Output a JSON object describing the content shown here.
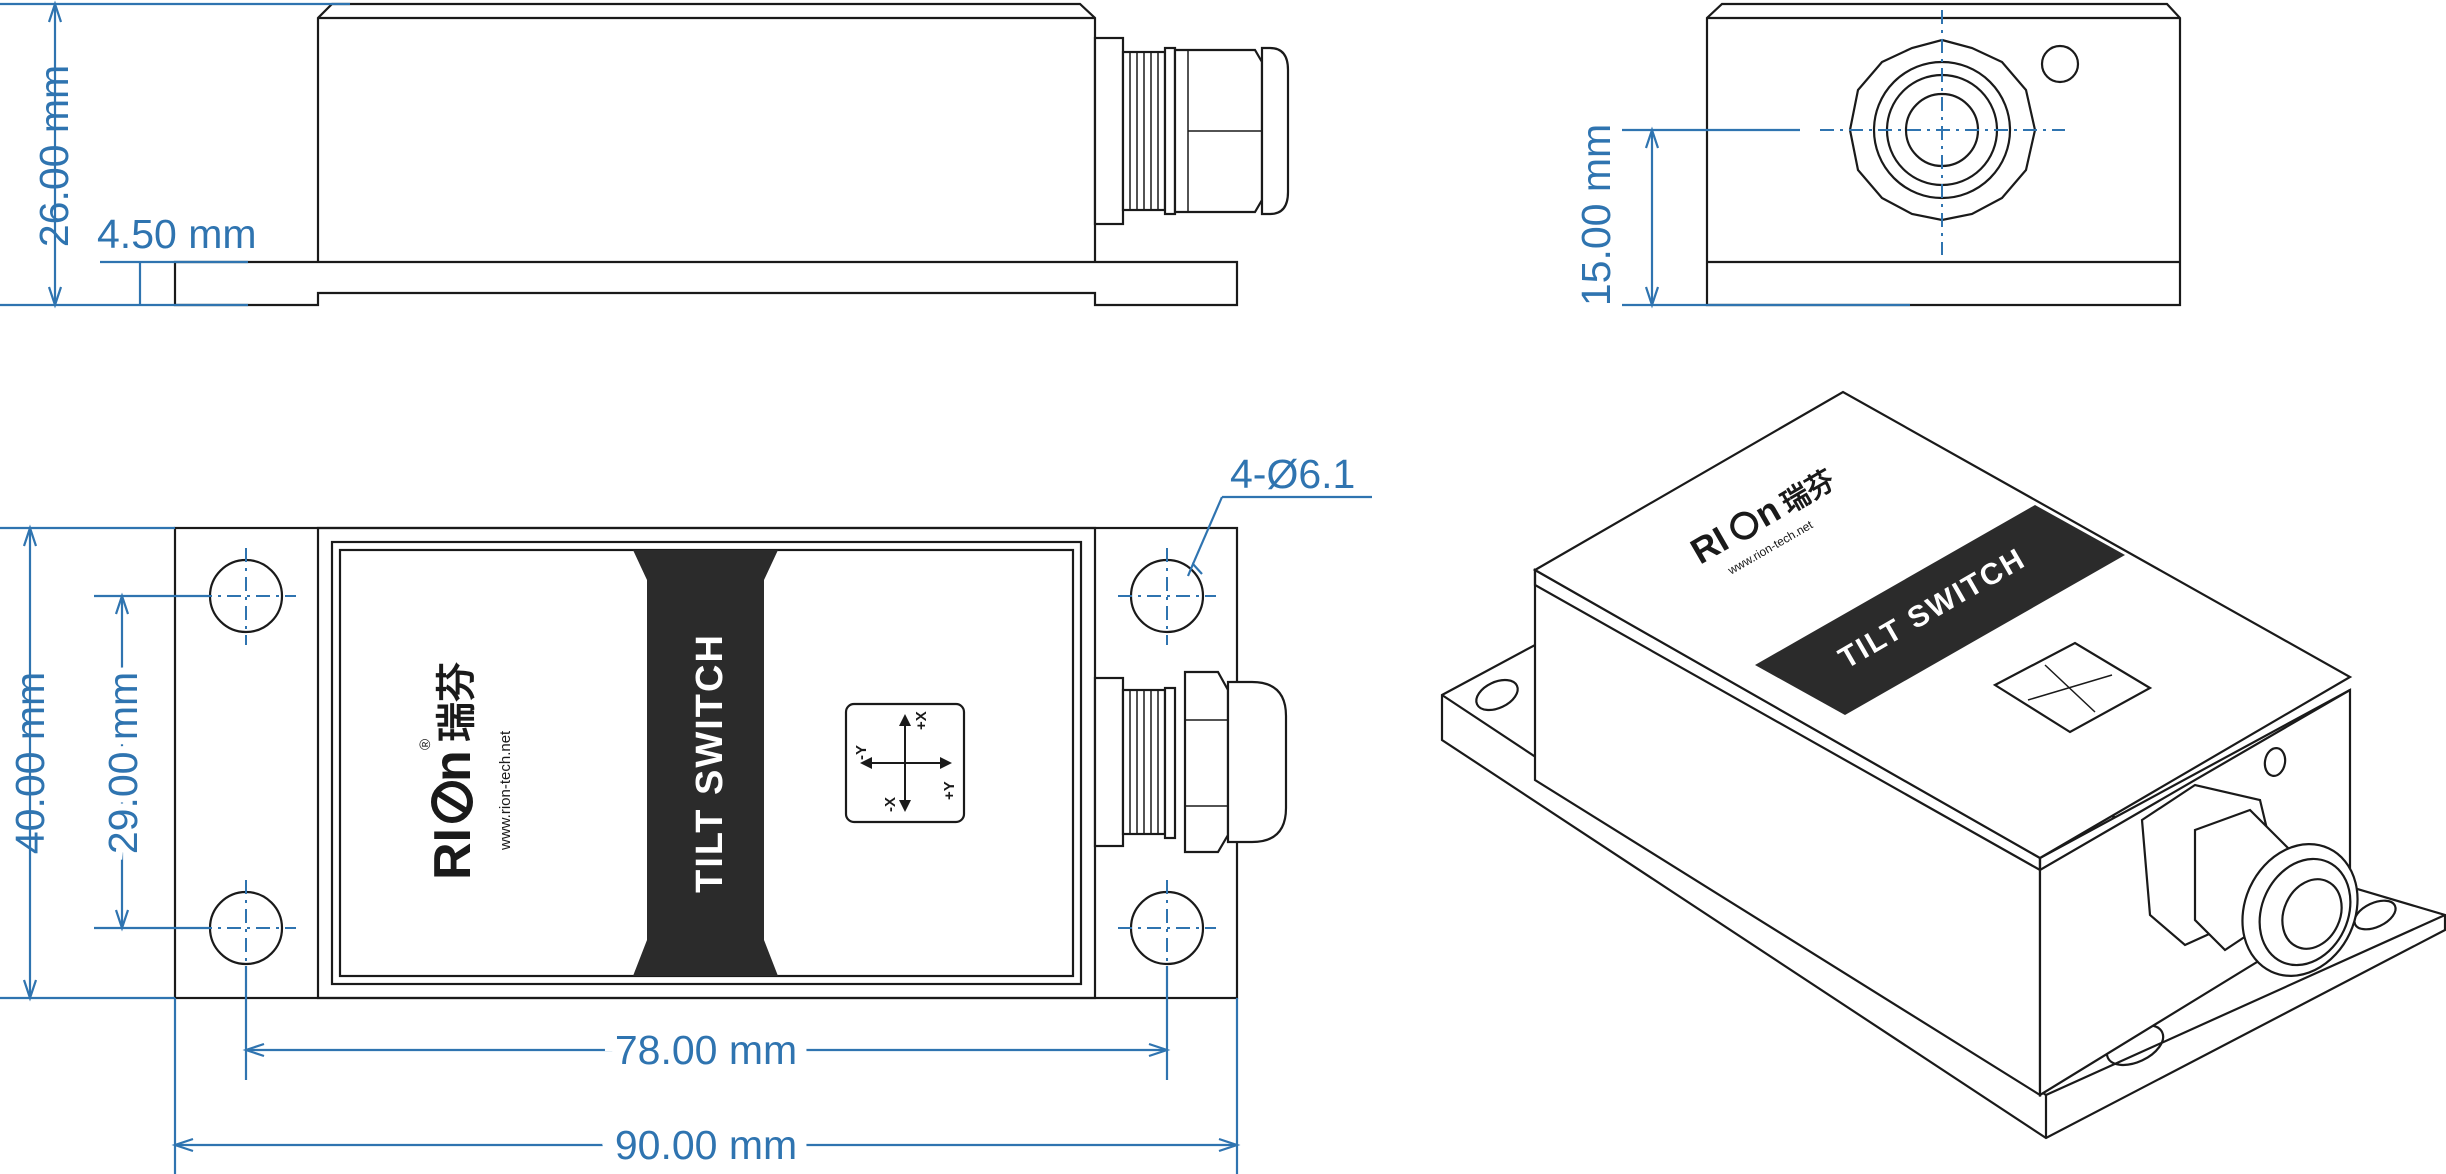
{
  "dimensions": {
    "height_total": "26.00 mm",
    "flange_thickness": "4.50 mm",
    "gland_height": "15.00 mm",
    "width_total": "40.00 mm",
    "hole_spacing_y": "29.00 mm",
    "hole_spacing_x": "78.00 mm",
    "length_total": "90.00 mm",
    "hole_callout": "4-Ø6.1"
  },
  "label": {
    "brand": "RI",
    "brand_tail": "n",
    "brand_cn": "瑞芬",
    "registered": "®",
    "website": "www.rion-tech.net",
    "product": "TILT SWITCH"
  },
  "axis_marker": {
    "plus_x": "+X",
    "minus_x": "-X",
    "plus_y": "+Y",
    "minus_y": "-Y"
  },
  "colors": {
    "dimension": "#2f74b0",
    "outline": "#1a1a1a",
    "band": "#2b2b2b"
  }
}
